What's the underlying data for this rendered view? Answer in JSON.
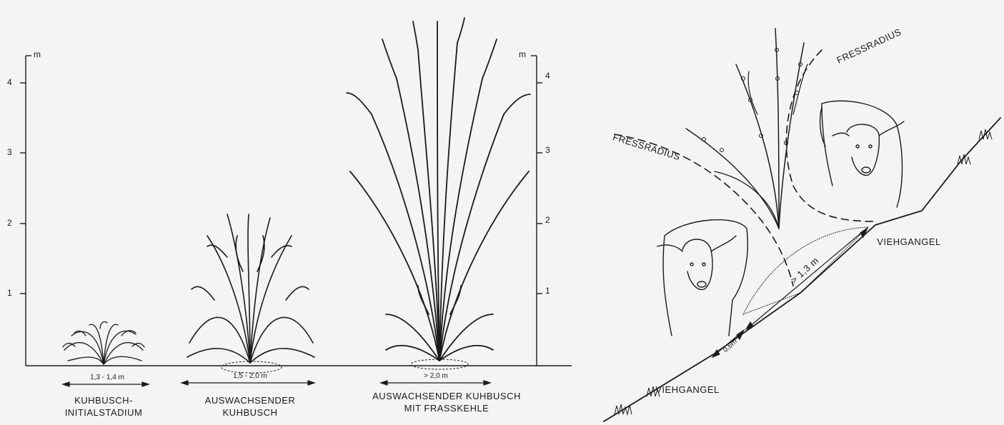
{
  "left_scale": {
    "unit": "m",
    "ticks": [
      "4",
      "3",
      "2",
      "1"
    ]
  },
  "right_scale": {
    "unit": "m",
    "ticks": [
      "4",
      "3",
      "2",
      "1"
    ]
  },
  "stages": [
    {
      "width_label": "1,3 - 1,4 m",
      "caption": [
        "KUHBUSCH-",
        "INITIALSTADIUM"
      ]
    },
    {
      "width_label": "1,5 - 2,0 m",
      "caption": [
        "AUSWACHSENDER",
        "KUHBUSCH"
      ]
    },
    {
      "width_label": "> 2,0 m",
      "caption": [
        "AUSWACHSENDER KUHBUSCH",
        "MIT FRASSKEHLE"
      ]
    }
  ],
  "slope_diagram": {
    "fressradius_left": "FRESSRADIUS",
    "fressradius_right": "FRESSRADIUS",
    "viehgangel_upper": "VIEHGANGEL",
    "viehgangel_lower": "VIEHGANGEL",
    "dist_small": "0,6m",
    "dist_large": "> 1,3 m"
  },
  "colors": {
    "ink": "#1a1a1a",
    "paper": "#f4f4f2",
    "faint_text": "#b9b9b6"
  }
}
